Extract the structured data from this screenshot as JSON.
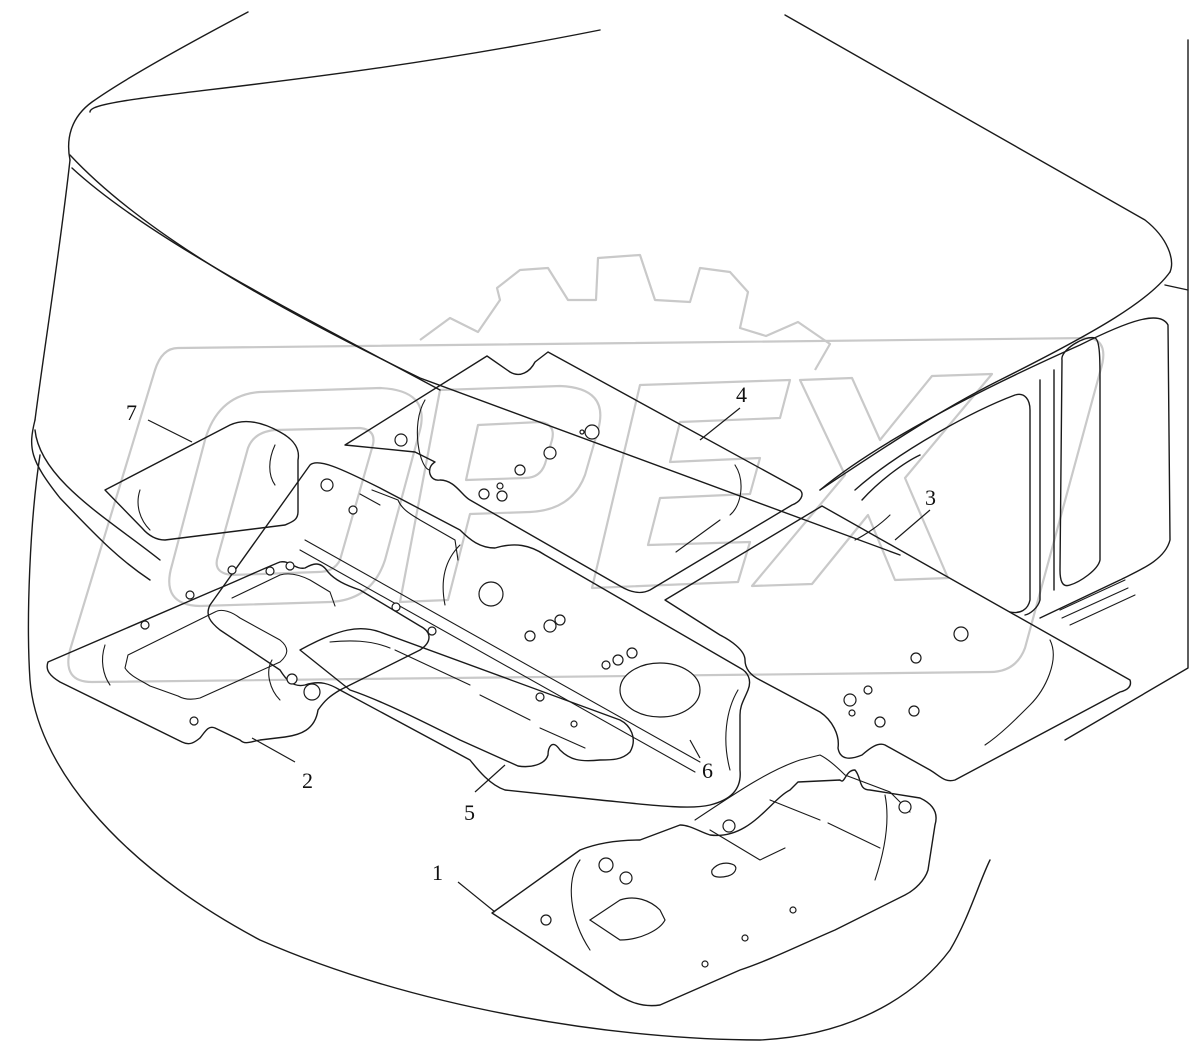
{
  "diagram": {
    "callouts": [
      {
        "id": "1",
        "label": "1"
      },
      {
        "id": "2",
        "label": "2"
      },
      {
        "id": "3",
        "label": "3"
      },
      {
        "id": "4",
        "label": "4"
      },
      {
        "id": "5",
        "label": "5"
      },
      {
        "id": "6",
        "label": "6"
      },
      {
        "id": "7",
        "label": "7"
      }
    ]
  },
  "watermark": {
    "text": "OPEX",
    "color": "#c9c9c9"
  },
  "colors": {
    "line": "#1a1a1a",
    "background": "#ffffff"
  }
}
